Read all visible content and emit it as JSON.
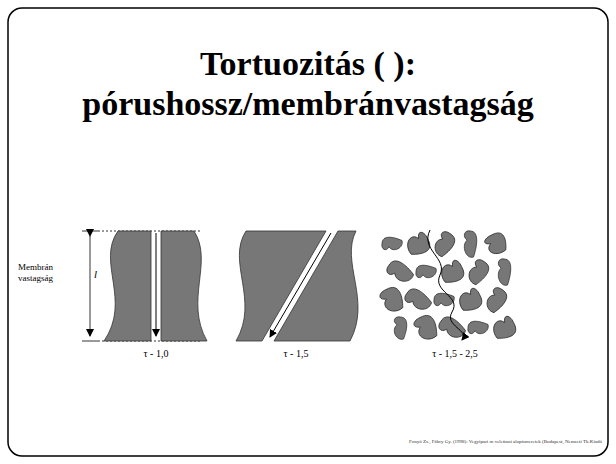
{
  "diagram": {
    "title": "Tortuozitás ( ): pórushossz/membránvastagság",
    "labels": [
      "Membrán vastagság",
      "l",
      "τ - 1,0",
      "τ - 1,5",
      "τ - 1,5 - 2,5",
      "Fonyó Zs., Fábry Gy. (1998): Vegyipari m  velettani alapismeretek (Budapest, Nemzeti Tk.Kiadó"
    ]
  }
}
